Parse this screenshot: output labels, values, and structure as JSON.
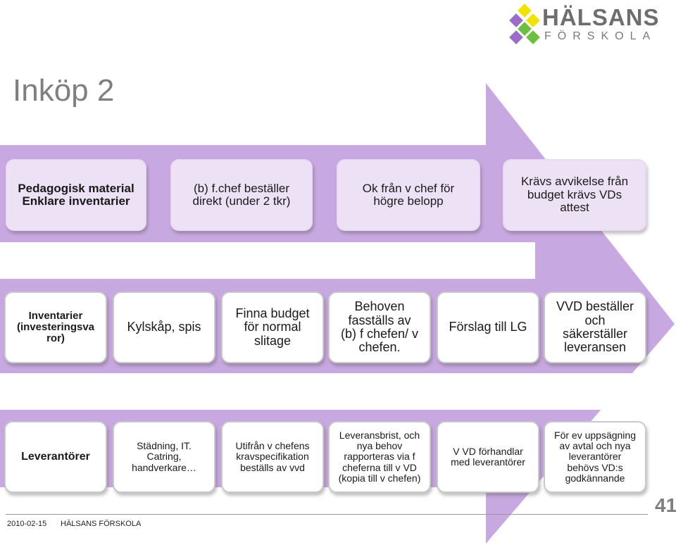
{
  "slide": {
    "title": "Inköp 2",
    "page_number": "41"
  },
  "logo": {
    "name": "HÄLSANS",
    "sub": "FÖRSKOLA"
  },
  "rows": [
    {
      "boxes": [
        {
          "text": "Pedagogisk material\nEnklare inventarier",
          "bold": true
        },
        {
          "text": "(b) f.chef beställer\ndirekt (under 2 tkr)",
          "bold": false
        },
        {
          "text": "Ok från v chef för\nhögre  belopp",
          "bold": false
        },
        {
          "text": "Krävs avvikelse från\nbudget krävs VDs\nattest",
          "bold": false
        }
      ]
    },
    {
      "boxes": [
        {
          "text": "Inventarier\n(investeringsva\nror)",
          "bold": true
        },
        {
          "text": "Kylskåp, spis",
          "bold": false
        },
        {
          "text": "Finna budget\nför normal\nslitage",
          "bold": false
        },
        {
          "text": "Behoven\nfasställs av\n(b) f chefen/ v\nchefen.",
          "bold": false
        },
        {
          "text": "Förslag till LG",
          "bold": false
        },
        {
          "text": "VVD beställer\noch\nsäkerställer\nleveransen",
          "bold": false
        }
      ]
    },
    {
      "boxes": [
        {
          "text": "Leverantörer",
          "bold": true
        },
        {
          "text": "Städning, IT.\nCatring,\nhandverkare…",
          "bold": false
        },
        {
          "text": "Utifrån v chefens\nkravspecifikation\nbeställs av vvd",
          "bold": false
        },
        {
          "text": "Leveransbrist, och\nnya behov\nrapporteras via f\ncheferna till v VD\n(kopia till v chefen)",
          "bold": false
        },
        {
          "text": "V VD förhandlar\nmed leverantörer",
          "bold": false
        },
        {
          "text": "För ev uppsägning\nav avtal och nya\nleverantörer\nbehövs VD:s\ngodkännande",
          "bold": false
        }
      ]
    }
  ],
  "footer": {
    "date": "2010-02-15",
    "org": "HÄLSANS FÖRSKOLA"
  },
  "colors": {
    "arrow": "#c8a8e0",
    "row1_fill": "#ede2f5",
    "box_border": "#c9c9c9",
    "title": "#7f7f7f"
  }
}
